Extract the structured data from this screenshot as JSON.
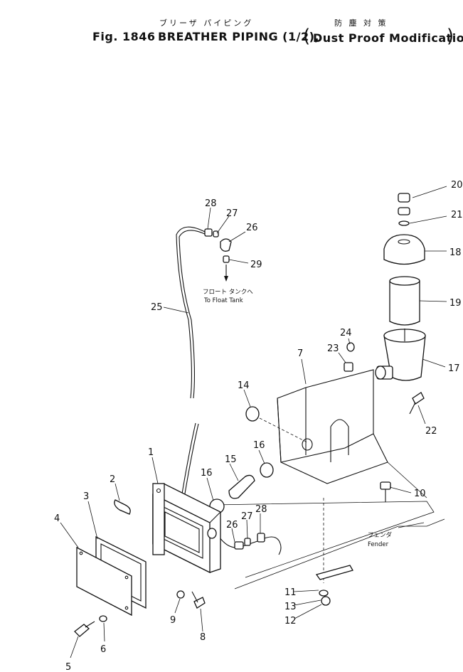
{
  "header": {
    "jp_title": "ブリーザ パイピング",
    "jp_note": "防 塵 対 策",
    "figure": "Fig. 1846",
    "title": "BREATHER PIPING (1/2),",
    "modification": "Dust Proof Modification"
  },
  "notes": {
    "to_float_tank_jp": "フロート タンクへ",
    "to_float_tank": "To Float Tank",
    "fender_jp": "フェンダ",
    "fender": "Fender"
  },
  "callouts": [
    "20",
    "21",
    "18",
    "19",
    "17",
    "22",
    "24",
    "23",
    "7",
    "28",
    "27",
    "26",
    "29",
    "25",
    "14",
    "16",
    "15",
    "16",
    "1",
    "2",
    "3",
    "4",
    "10",
    "26",
    "27",
    "28",
    "11",
    "13",
    "12",
    "9",
    "8",
    "6",
    "5"
  ]
}
